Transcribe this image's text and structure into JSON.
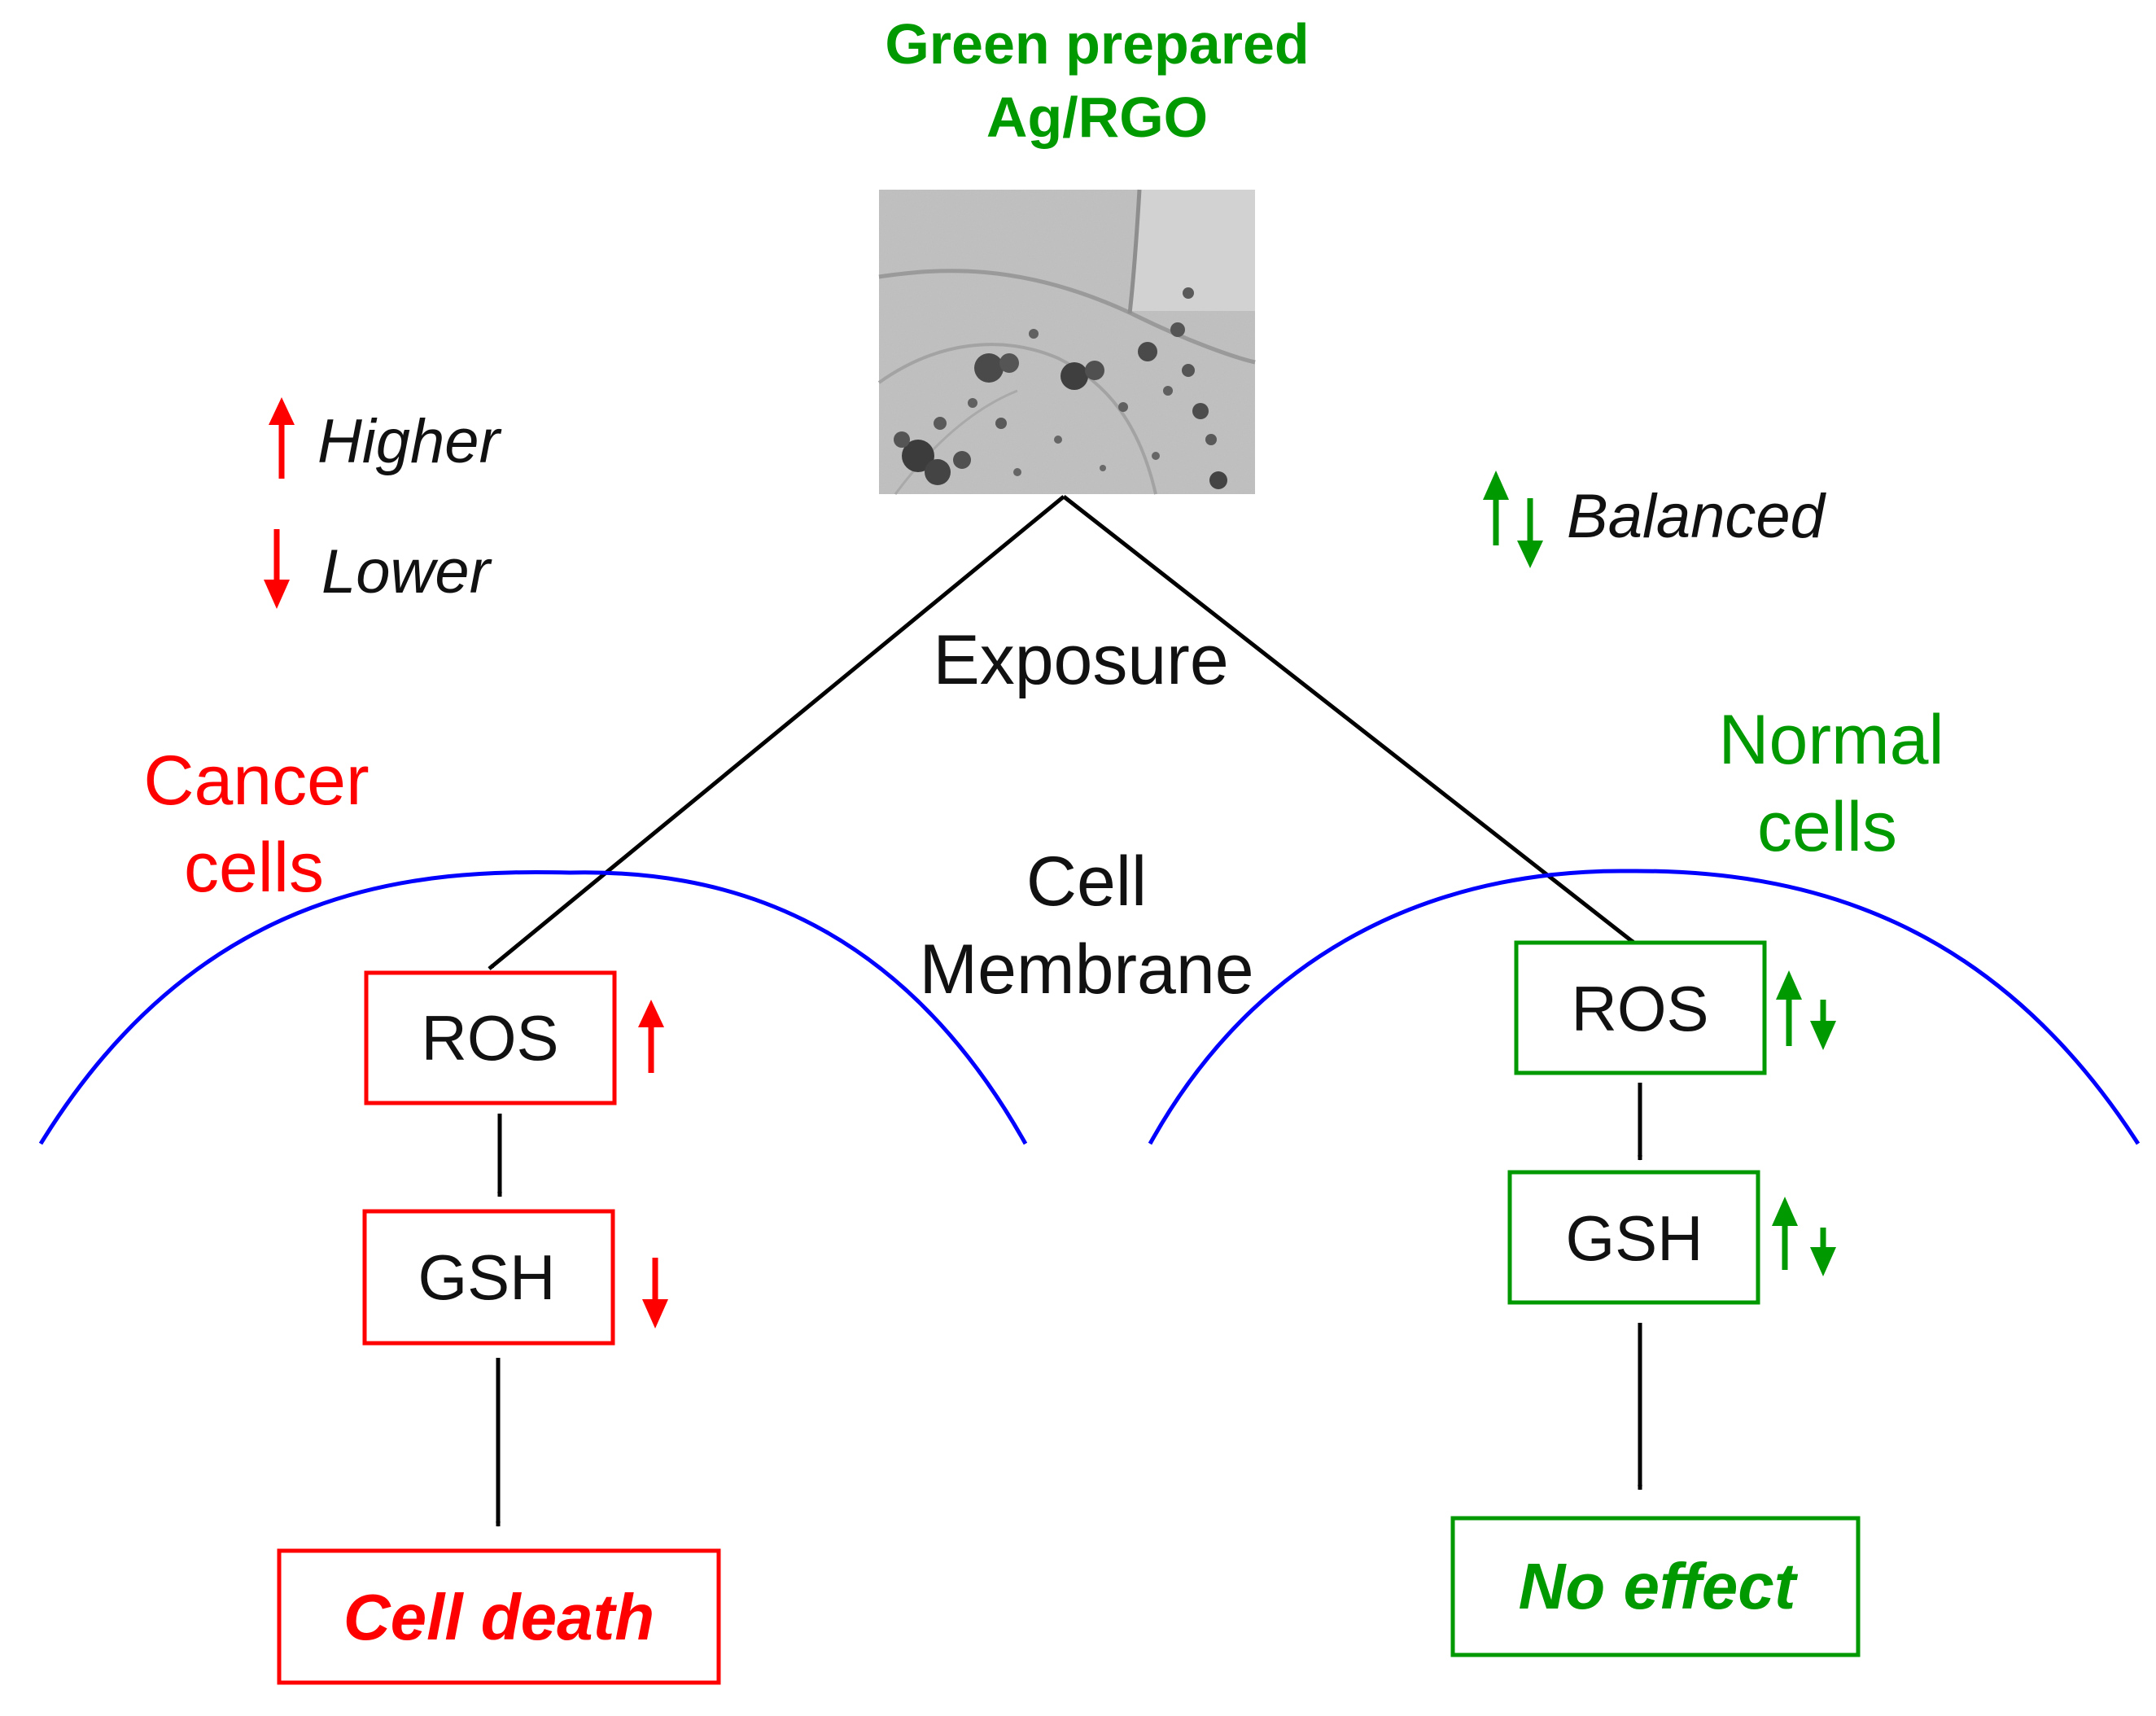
{
  "colors": {
    "cancer": "#ff0000",
    "normal": "#009900",
    "membrane": "#0000ff",
    "arrow": "#000000",
    "text": "#111111"
  },
  "title": {
    "line1": "Green prepared",
    "line2": "Ag/RGO"
  },
  "micrograph": {
    "icon": "tem-micrograph-image"
  },
  "legend": {
    "higher": "Higher",
    "lower": "Lower",
    "balanced": "Balanced"
  },
  "exposure_label": "Exposure",
  "membrane_label": {
    "line1": "Cell",
    "line2": "Membrane"
  },
  "cancer": {
    "label_line1": "Cancer",
    "label_line2": "cells",
    "ros": "ROS",
    "gsh": "GSH",
    "outcome": "Cell death"
  },
  "normal": {
    "label_line1": "Normal",
    "label_line2": "cells",
    "ros": "ROS",
    "gsh": "GSH",
    "outcome": "No effect"
  }
}
